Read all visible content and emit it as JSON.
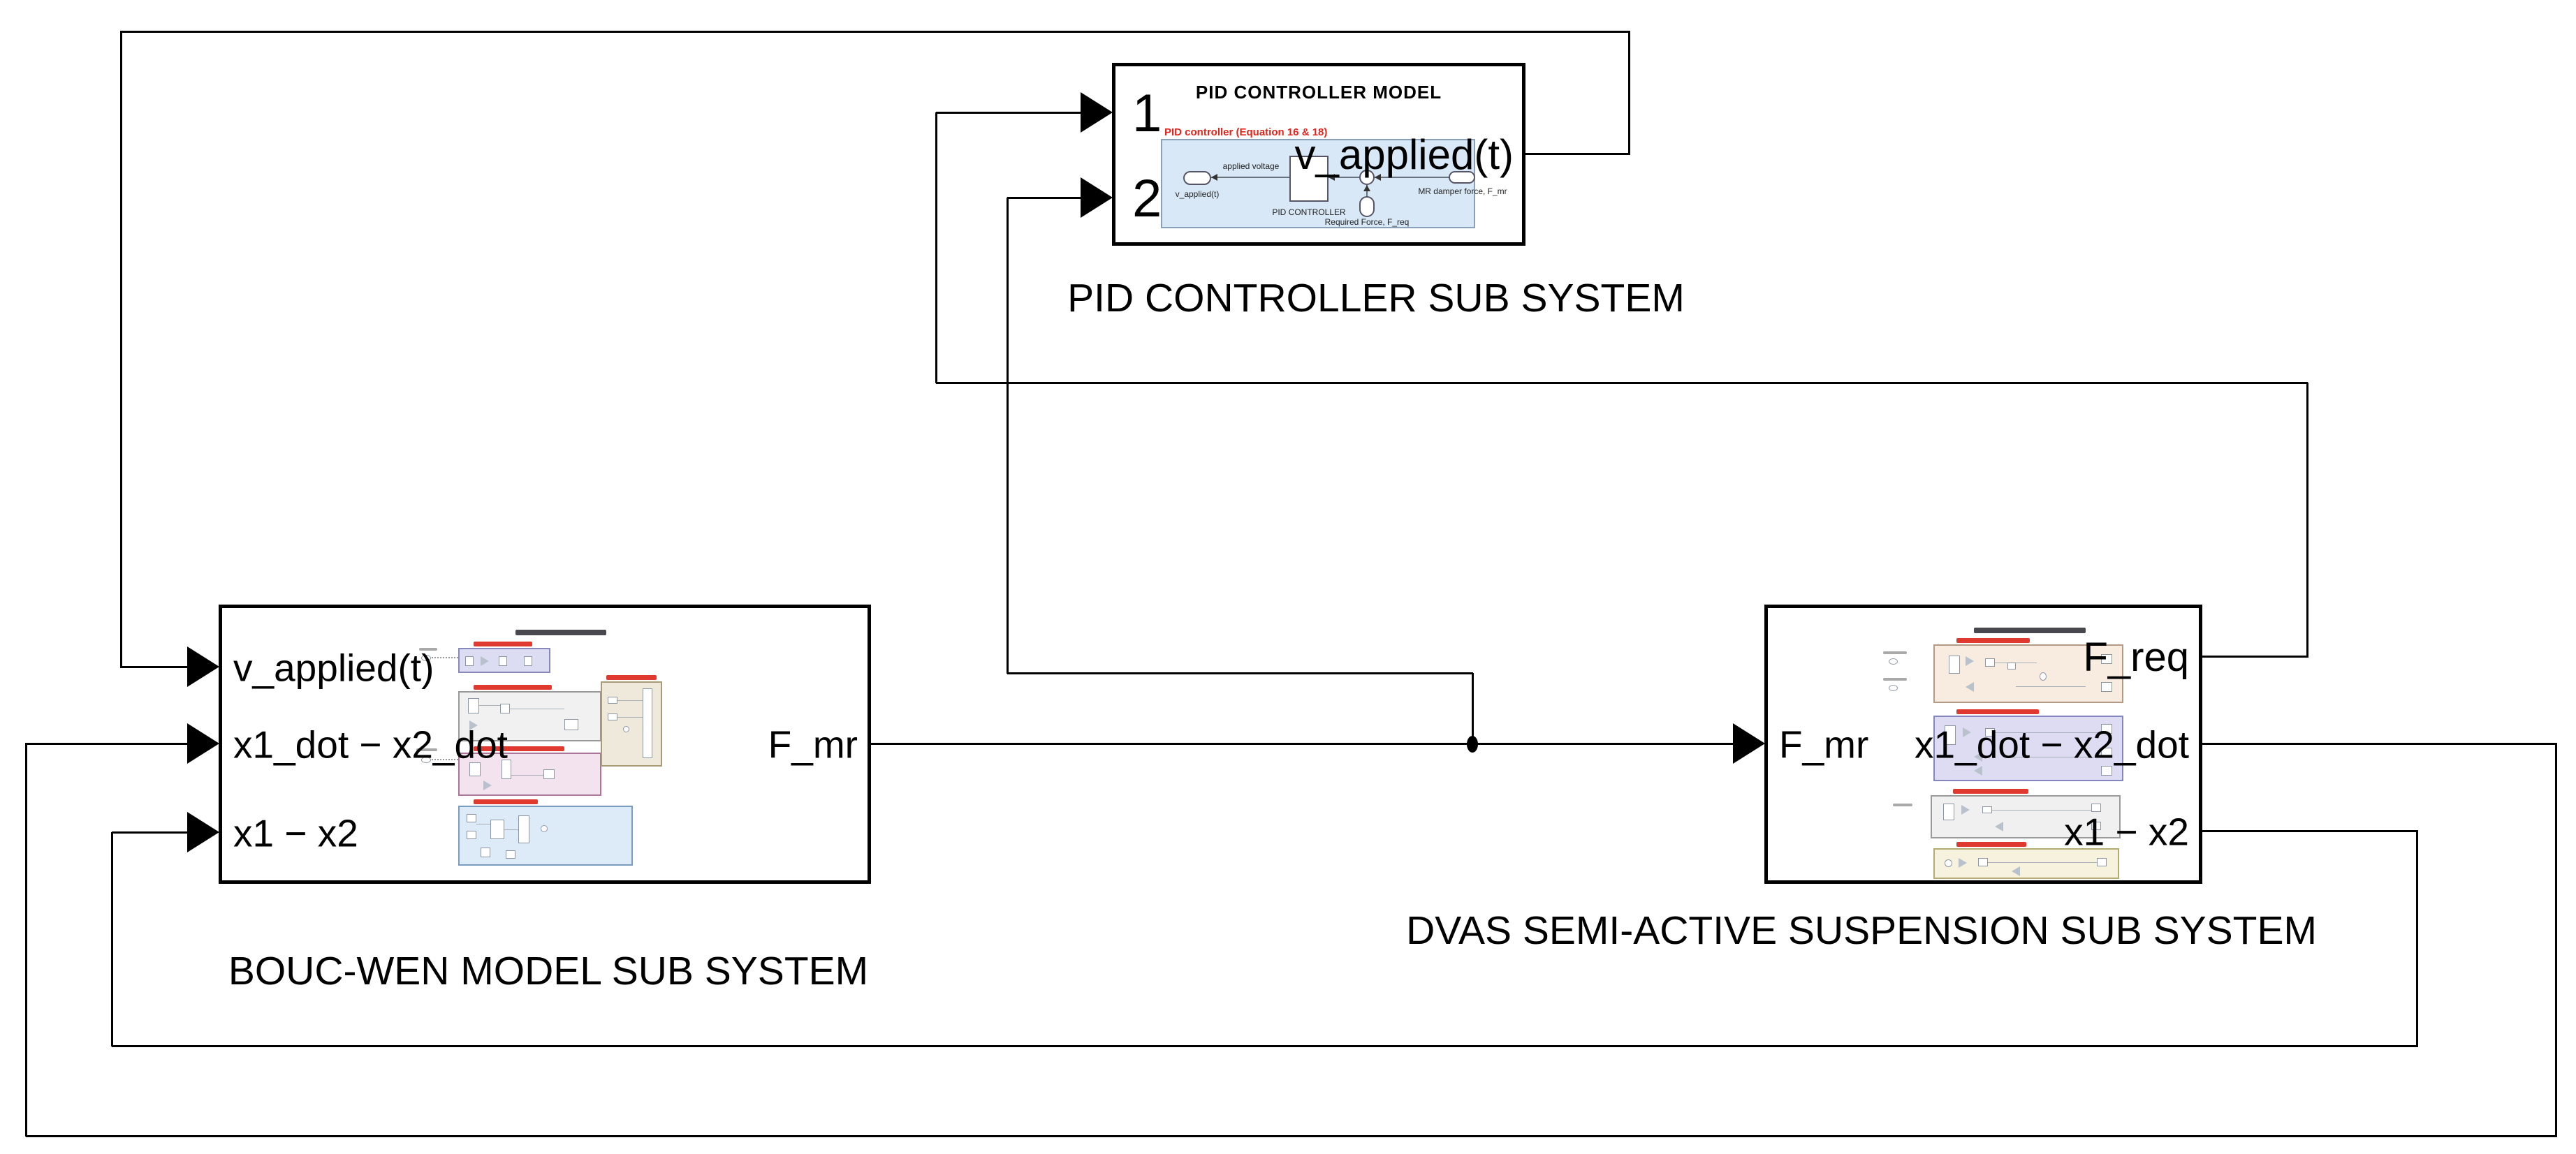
{
  "pid": {
    "title": "PID CONTROLLER MODEL",
    "port1_label": "1",
    "port2_label": "2",
    "output_port_label": "v_applied(t)",
    "caption": "PID CONTROLLER SUB SYSTEM",
    "inner": {
      "heading": "PID controller (Equation 16 & 18)",
      "outport_name": "v_applied(t)",
      "signal_label": "applied voltage",
      "controller_name": "PID CONTROLLER",
      "inport_damper": "MR damper force, F_mr",
      "inport_required": "Required Force, F_req"
    }
  },
  "boucwen": {
    "caption": "BOUC-WEN MODEL SUB SYSTEM",
    "in1": "v_applied(t)",
    "in2": "x1_dot − x2_dot",
    "in3": "x1 − x2",
    "out1": "F_mr"
  },
  "dvas": {
    "caption": "DVAS SEMI-ACTIVE SUSPENSION SUB SYSTEM",
    "in1": "F_mr",
    "out1": "F_req",
    "out2": "x1_dot − x2_dot",
    "out3": "x1 − x2"
  },
  "colors": {
    "wire": "#000000",
    "annotation_red": "#e0251d",
    "pid_panel_blue": "#d9e8f6"
  }
}
